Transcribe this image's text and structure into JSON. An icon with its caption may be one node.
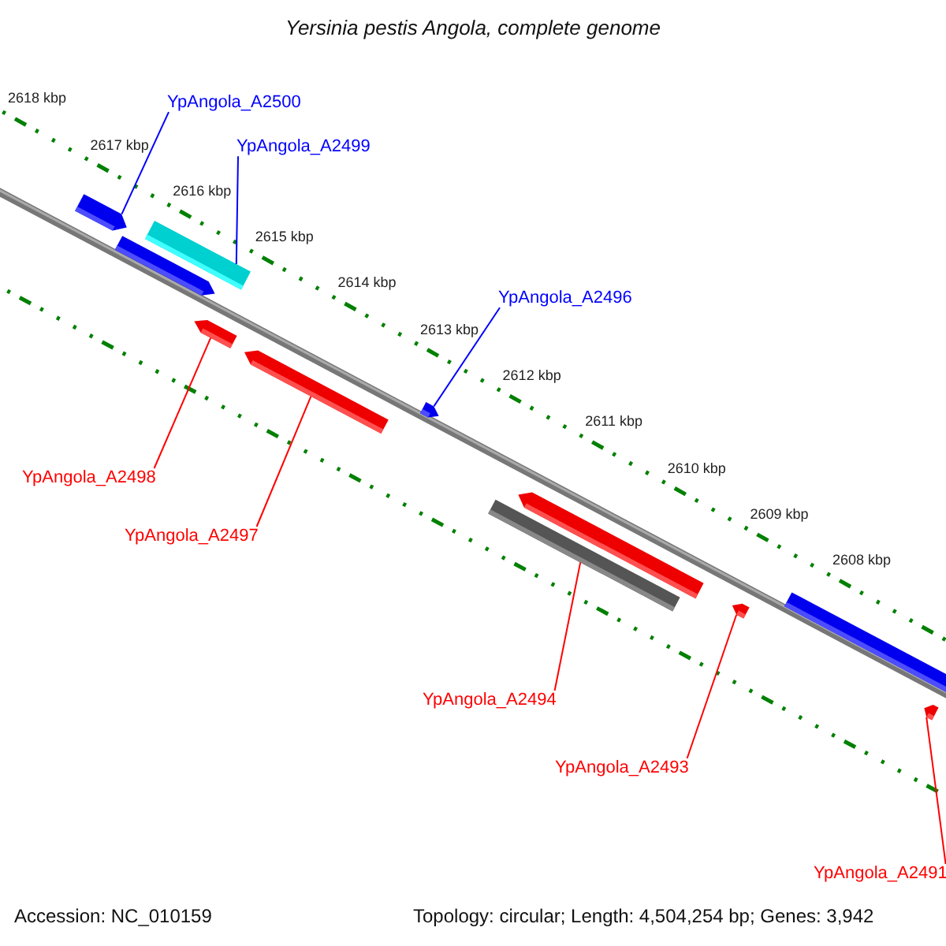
{
  "diagram": {
    "title": "Yersinia pestis Angola, complete genome",
    "nodes": [
      {
        "text": [
          "YpAngola_A2500"
        ]
      },
      {
        "text": [
          "YpAngola_A2499"
        ]
      },
      {
        "text": [
          "YpAngola_A2496"
        ]
      },
      {
        "text": [
          "YpAngola_A2498"
        ]
      },
      {
        "text": [
          "YpAngola_A2497"
        ]
      },
      {
        "text": [
          "YpAngola_A2494"
        ]
      },
      {
        "text": [
          "YpAngola_A2493"
        ]
      },
      {
        "text": [
          "YpAngola_A2491"
        ]
      },
      {
        "text": [],
        "shape": "bar"
      },
      {
        "text": [],
        "shape": "bar"
      },
      {
        "text": [],
        "shape": "bar"
      },
      {
        "text": [],
        "shape": "bar"
      },
      {
        "text": [],
        "shape": "bar"
      },
      {
        "text": [],
        "shape": "bar"
      },
      {
        "text": [],
        "shape": "bar"
      },
      {
        "text": [],
        "shape": "bar"
      },
      {
        "text": [],
        "shape": "bar"
      },
      {
        "text": [],
        "shape": "bar"
      },
      {
        "text": [],
        "shape": "bar"
      }
    ],
    "edges": [
      {
        "from": 0,
        "to": 8,
        "arrow": "none",
        "color": "#0000ff"
      },
      {
        "from": 1,
        "to": 10,
        "arrow": "none",
        "color": "#0000ff"
      },
      {
        "from": 2,
        "to": 13,
        "arrow": "none",
        "color": "#0000ff"
      },
      {
        "from": 3,
        "to": 11,
        "arrow": "none"
      },
      {
        "from": 4,
        "to": 12,
        "arrow": "none"
      },
      {
        "from": 5,
        "to": 14,
        "arrow": "none"
      },
      {
        "from": 6,
        "to": 16,
        "arrow": "none"
      },
      {
        "from": 7,
        "to": 18,
        "arrow": "none"
      }
    ],
    "labels": [
      "2618 kbp",
      "2617 kbp",
      "2616 kbp",
      "2615 kbp",
      "2614 kbp",
      "2613 kbp",
      "2612 kbp",
      "2611 kbp",
      "2610 kbp",
      "2609 kbp",
      "2608 kbp",
      "Accession: NC_010159",
      "Topology: circular; Length: 4,504,254 bp; Genes: 3,942"
    ]
  }
}
